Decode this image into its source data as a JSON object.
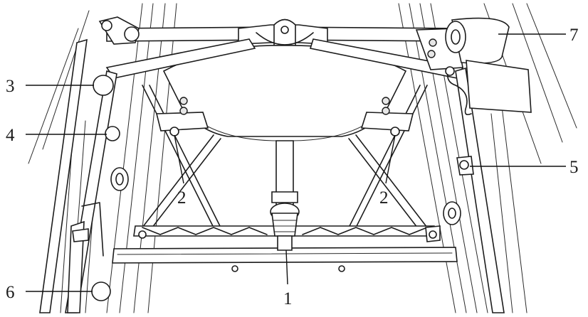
{
  "figure": {
    "callouts": [
      {
        "id": "1",
        "label": "1"
      },
      {
        "id": "2a",
        "label": "2"
      },
      {
        "id": "2b",
        "label": "2"
      },
      {
        "id": "3",
        "label": "3"
      },
      {
        "id": "4",
        "label": "4"
      },
      {
        "id": "5",
        "label": "5"
      },
      {
        "id": "6",
        "label": "6"
      },
      {
        "id": "7",
        "label": "7"
      }
    ]
  }
}
